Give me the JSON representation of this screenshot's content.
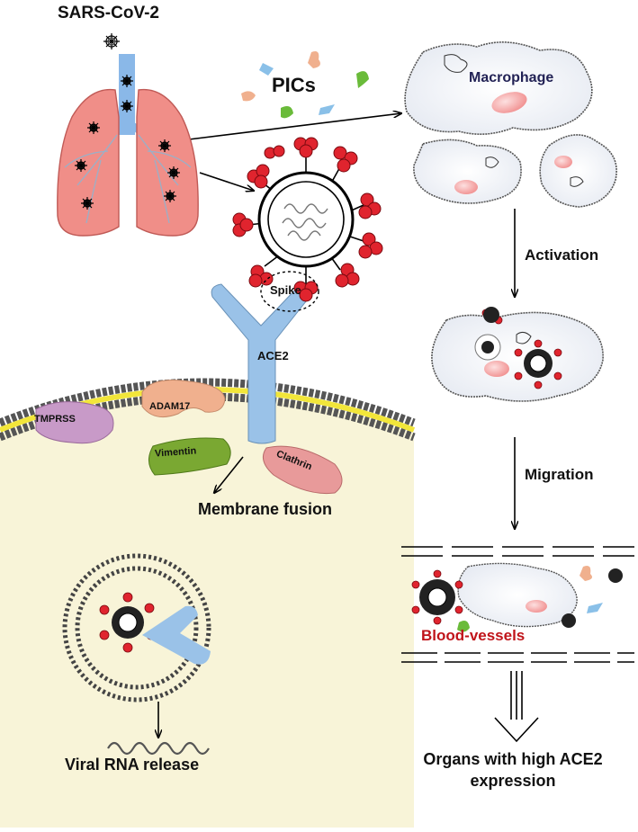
{
  "labels": {
    "title": "SARS-CoV-2",
    "pics": "PICs",
    "macrophage": "Macrophage",
    "activation": "Activation",
    "migration": "Migration",
    "membrane_fusion": "Membrane fusion",
    "viral_rna": "Viral RNA release",
    "blood_vessels": "Blood-vessels",
    "organs": "Organs with high ACE2 expression",
    "spike": "Spike",
    "tmprss": "TMPRSS",
    "adam17": "ADAM17",
    "vimentin": "Vimentin",
    "clathrin": "Clathrin",
    "ace2": "ACE2"
  },
  "colors": {
    "lung": "#f08e88",
    "trachea": "#8ab8e8",
    "cell_fill": "#f8f4d8",
    "lipid_tail": "#f2e63a",
    "tmprss": "#c89ac8",
    "adam17": "#f0b08e",
    "vimentin": "#7aa832",
    "clathrin": "#e89a9a",
    "ace2": "#9ac2e8",
    "spike": "#e0242e",
    "nucleus": "#f4a0a0",
    "blood_label": "#c0141a"
  },
  "pics_shapes": [
    "blue-cytokine",
    "peach-cytokine",
    "green-cytokine",
    "green-cytokine",
    "blue-cytokine",
    "peach-cytokine"
  ]
}
